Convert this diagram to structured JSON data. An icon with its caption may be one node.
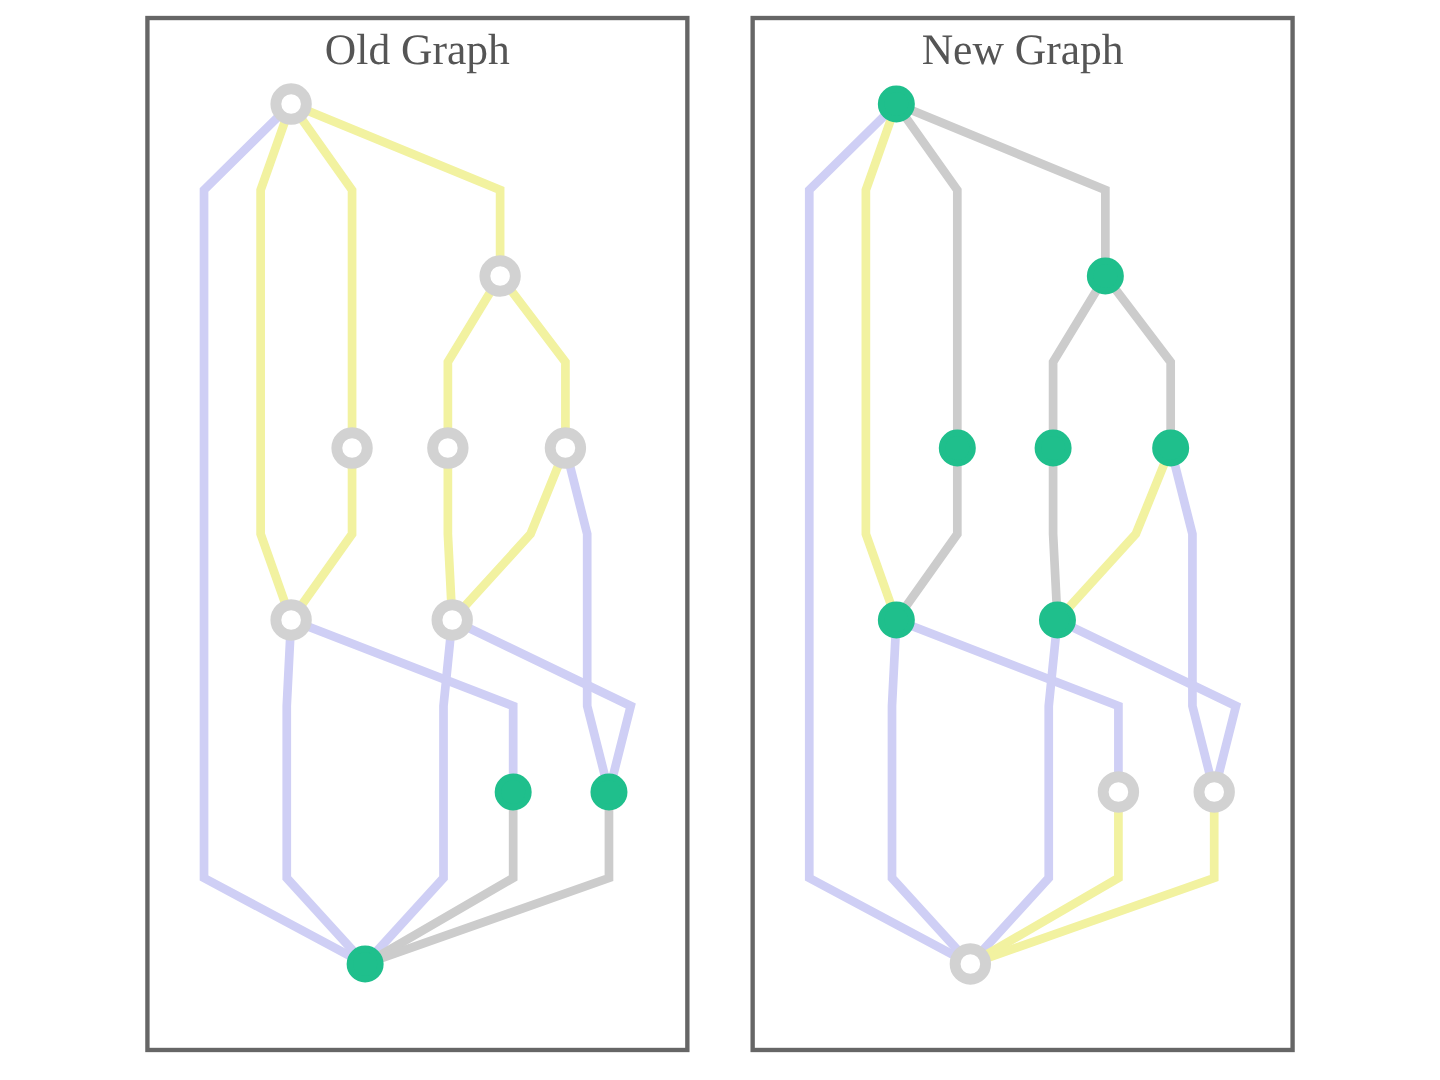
{
  "diagram": {
    "nodes": [
      {
        "text": [
          "Old Graph"
        ]
      },
      {
        "text": [],
        "shape": "circle",
        "in": 0
      },
      {
        "text": [],
        "shape": "circle",
        "in": 0
      },
      {
        "text": [],
        "shape": "circle",
        "in": 0
      },
      {
        "text": [],
        "shape": "circle",
        "in": 0
      },
      {
        "text": [],
        "shape": "circle",
        "in": 0
      },
      {
        "text": [],
        "shape": "circle",
        "in": 0
      },
      {
        "text": [],
        "shape": "circle",
        "in": 0
      },
      {
        "text": [],
        "shape": "circle",
        "in": 0
      },
      {
        "text": [],
        "shape": "circle",
        "in": 0
      },
      {
        "text": [],
        "shape": "circle",
        "in": 0
      },
      {
        "text": [
          "New Graph"
        ]
      },
      {
        "text": [],
        "shape": "circle",
        "in": 11
      },
      {
        "text": [],
        "shape": "circle",
        "in": 11
      },
      {
        "text": [],
        "shape": "circle",
        "in": 11
      },
      {
        "text": [],
        "shape": "circle",
        "in": 11
      },
      {
        "text": [],
        "shape": "circle",
        "in": 11
      },
      {
        "text": [],
        "shape": "circle",
        "in": 11
      },
      {
        "text": [],
        "shape": "circle",
        "in": 11
      },
      {
        "text": [],
        "shape": "circle",
        "in": 11
      },
      {
        "text": [],
        "shape": "circle",
        "in": 11
      },
      {
        "text": [],
        "shape": "circle",
        "in": 11
      }
    ],
    "edges": [
      {
        "from": 1,
        "to": 3,
        "arrow": "none",
        "color": "#f2f2a0"
      },
      {
        "from": 1,
        "to": 2,
        "arrow": "none",
        "color": "#f2f2a0"
      },
      {
        "from": 1,
        "to": 6,
        "arrow": "none",
        "color": "#f2f2a0"
      },
      {
        "from": 1,
        "to": 10,
        "arrow": "none"
      },
      {
        "from": 2,
        "to": 4,
        "arrow": "none",
        "color": "#f2f2a0"
      },
      {
        "from": 2,
        "to": 5,
        "arrow": "none",
        "color": "#f2f2a0"
      },
      {
        "from": 3,
        "to": 6,
        "arrow": "none",
        "color": "#f2f2a0"
      },
      {
        "from": 4,
        "to": 7,
        "arrow": "none",
        "color": "#f2f2a0"
      },
      {
        "from": 5,
        "to": 7,
        "arrow": "none",
        "color": "#f2f2a0"
      },
      {
        "from": 5,
        "to": 9,
        "arrow": "none"
      },
      {
        "from": 6,
        "to": 8,
        "arrow": "none"
      },
      {
        "from": 6,
        "to": 10,
        "arrow": "none"
      },
      {
        "from": 7,
        "to": 10,
        "arrow": "none"
      },
      {
        "from": 7,
        "to": 9,
        "arrow": "none"
      },
      {
        "from": 8,
        "to": 10,
        "arrow": "none",
        "color": "#cccccc"
      },
      {
        "from": 9,
        "to": 10,
        "arrow": "none",
        "color": "#cccccc"
      },
      {
        "from": 12,
        "to": 14,
        "arrow": "none",
        "color": "#cccccc"
      },
      {
        "from": 12,
        "to": 13,
        "arrow": "none",
        "color": "#cccccc"
      },
      {
        "from": 12,
        "to": 17,
        "arrow": "none",
        "color": "#f2f2a0"
      },
      {
        "from": 12,
        "to": 21,
        "arrow": "none"
      },
      {
        "from": 13,
        "to": 15,
        "arrow": "none",
        "color": "#cccccc"
      },
      {
        "from": 13,
        "to": 16,
        "arrow": "none",
        "color": "#cccccc"
      },
      {
        "from": 14,
        "to": 17,
        "arrow": "none",
        "color": "#cccccc"
      },
      {
        "from": 15,
        "to": 18,
        "arrow": "none",
        "color": "#cccccc"
      },
      {
        "from": 16,
        "to": 18,
        "arrow": "none",
        "color": "#f2f2a0"
      },
      {
        "from": 16,
        "to": 20,
        "arrow": "none"
      },
      {
        "from": 17,
        "to": 19,
        "arrow": "none"
      },
      {
        "from": 17,
        "to": 21,
        "arrow": "none"
      },
      {
        "from": 18,
        "to": 21,
        "arrow": "none"
      },
      {
        "from": 18,
        "to": 20,
        "arrow": "none"
      },
      {
        "from": 19,
        "to": 21,
        "arrow": "none",
        "color": "#f2f2a0"
      },
      {
        "from": 20,
        "to": 21,
        "arrow": "none",
        "color": "#f2f2a0"
      }
    ]
  }
}
